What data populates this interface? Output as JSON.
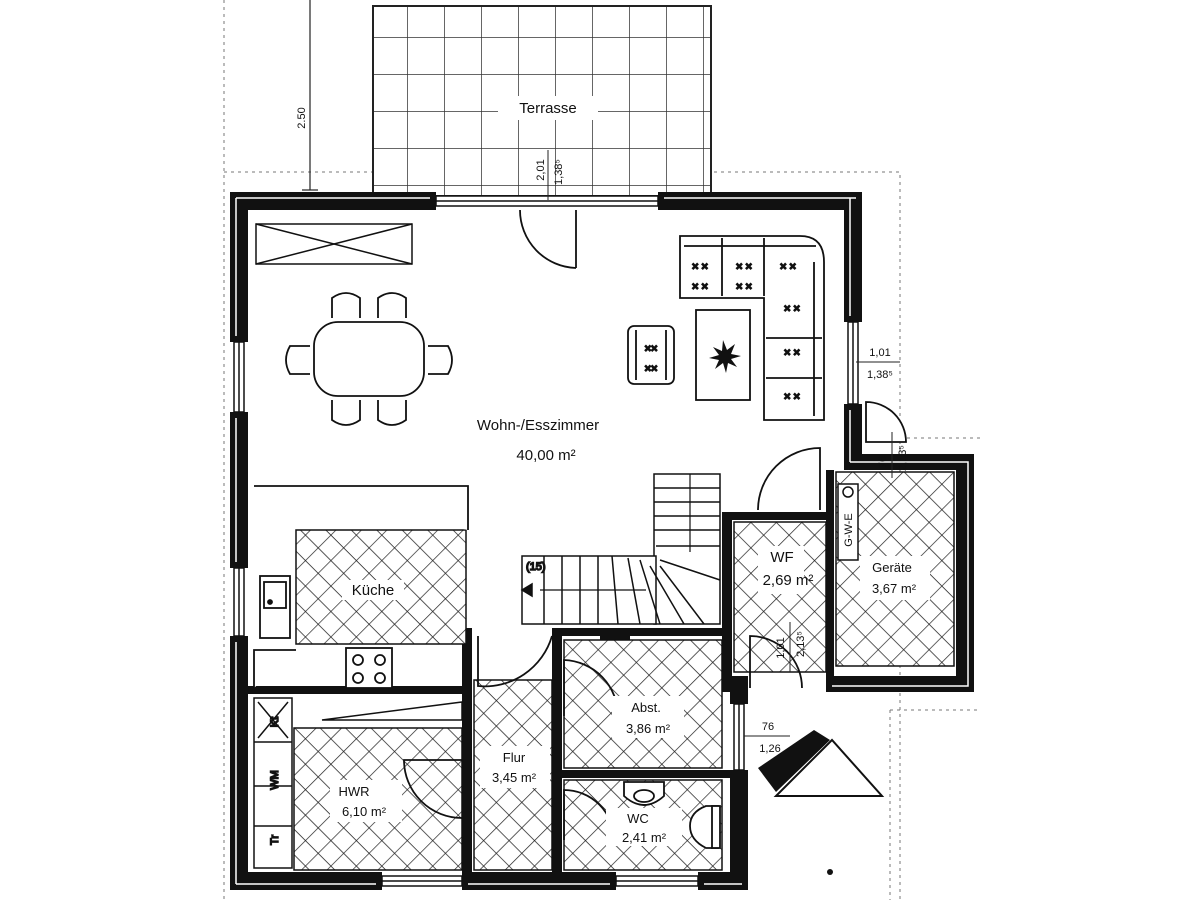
{
  "rooms": {
    "terrace": {
      "name": "Terrasse"
    },
    "living": {
      "name": "Wohn-/Esszimmer",
      "area": "40,00 m²"
    },
    "kitchen": {
      "name": "Küche"
    },
    "wf": {
      "name": "WF",
      "area": "2,69 m²"
    },
    "geraete": {
      "name": "Geräte",
      "area": "3,67 m²"
    },
    "abst": {
      "name": "Abst.",
      "area": "3,86 m²"
    },
    "flur": {
      "name": "Flur",
      "area": "3,45 m²"
    },
    "hwr": {
      "name": "HWR",
      "area": "6,10 m²"
    },
    "wc": {
      "name": "WC",
      "area": "2,41 m²"
    }
  },
  "dimensions": {
    "terrace_depth": "2.50",
    "top_window_width": "2,01",
    "top_window_height": "1,38⁵",
    "right_window_width": "1,01",
    "right_window_height": "1,38⁵",
    "side_door_width": "76",
    "side_door_height": "2,13⁵",
    "wf_door_width": "1,01",
    "wf_door_height": "2,13⁵",
    "abst_window_width": "76",
    "abst_window_height": "1,26"
  },
  "fixtures": {
    "gwe_label": "G-W-E",
    "hwr_appliance_top": "Kt",
    "hwr_appliance_mid": "WM",
    "hwr_appliance_bottom": "Tr",
    "stair_note": "(15)"
  },
  "icons": {
    "entrance": "entrance-arrow-icon",
    "plant": "plant-icon",
    "sink": "sink-icon",
    "stove": "stove-icon"
  },
  "colors": {
    "wall": "#111111",
    "paper": "#ffffff",
    "hatch": "#222222"
  }
}
